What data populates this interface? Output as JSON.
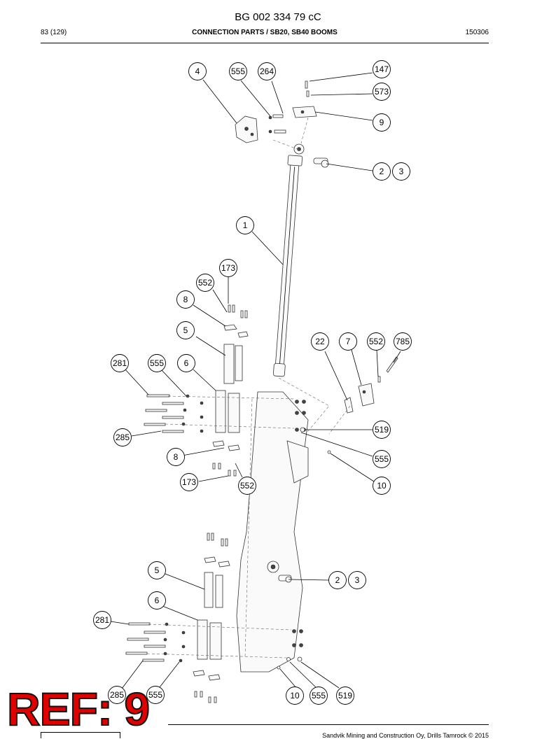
{
  "header": {
    "doc_id": "BG 002 334 79 cC",
    "page": "83 (129)",
    "title": "CONNECTION PARTS / SB20, SB40 BOOMS",
    "date": "150306"
  },
  "footer": {
    "text": "Sandvik Mining and Construction Oy, Drills Tamrock © 2015"
  },
  "stamp": {
    "text": "REF: 9",
    "color": "#e00000"
  },
  "callouts": [
    {
      "label": "4"
    },
    {
      "label": "555"
    },
    {
      "label": "264"
    },
    {
      "label": "147"
    },
    {
      "label": "573"
    },
    {
      "label": "9"
    },
    {
      "label": "2"
    },
    {
      "label": "3"
    },
    {
      "label": "1"
    },
    {
      "label": "173"
    },
    {
      "label": "552"
    },
    {
      "label": "8"
    },
    {
      "label": "5"
    },
    {
      "label": "22"
    },
    {
      "label": "7"
    },
    {
      "label": "552"
    },
    {
      "label": "785"
    },
    {
      "label": "281"
    },
    {
      "label": "555"
    },
    {
      "label": "6"
    },
    {
      "label": "519"
    },
    {
      "label": "285"
    },
    {
      "label": "555"
    },
    {
      "label": "8"
    },
    {
      "label": "10"
    },
    {
      "label": "173"
    },
    {
      "label": "552"
    },
    {
      "label": "2"
    },
    {
      "label": "3"
    },
    {
      "label": "5"
    },
    {
      "label": "6"
    },
    {
      "label": "281"
    },
    {
      "label": "285"
    },
    {
      "label": "555"
    },
    {
      "label": "10"
    },
    {
      "label": "555"
    },
    {
      "label": "519"
    }
  ]
}
